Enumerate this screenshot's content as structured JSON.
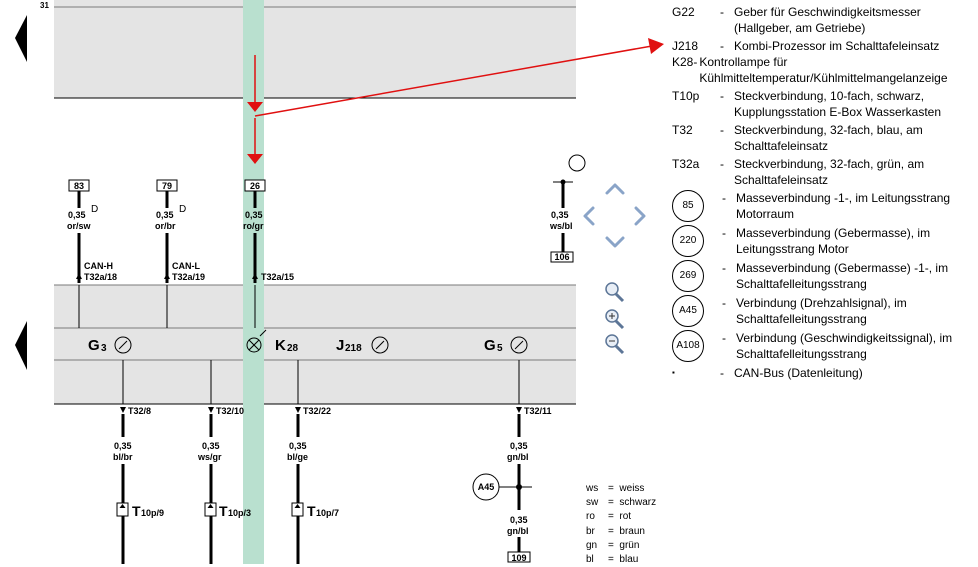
{
  "page_number": "31",
  "wires": [
    {
      "id": "83",
      "gauge": "0,35",
      "color": "or/sw",
      "pin": "T32a/18",
      "bus": "CAN-H",
      "suffix": "D"
    },
    {
      "id": "79",
      "gauge": "0,35",
      "color": "or/br",
      "pin": "T32a/19",
      "bus": "CAN-L",
      "suffix": "D"
    },
    {
      "id": "26",
      "gauge": "0,35",
      "color": "ro/gr",
      "pin": "T32a/15",
      "bus": "",
      "suffix": ""
    },
    {
      "id": "106",
      "gauge": "0,35",
      "color": "ws/bl",
      "pin": "",
      "bus": "",
      "suffix": ""
    }
  ],
  "components": [
    {
      "main": "G",
      "sub": "3"
    },
    {
      "main": "K",
      "sub": "28"
    },
    {
      "main": "J",
      "sub": "218"
    },
    {
      "main": "G",
      "sub": "5"
    }
  ],
  "lower_wires": [
    {
      "pin": "T32/8",
      "gauge": "0,35",
      "color": "bl/br",
      "conn_main": "T",
      "conn_sub": "10p/9"
    },
    {
      "pin": "T32/10",
      "gauge": "0,35",
      "color": "ws/gr",
      "conn_main": "T",
      "conn_sub": "10p/3"
    },
    {
      "pin": "T32/22",
      "gauge": "0,35",
      "color": "bl/ge",
      "conn_main": "T",
      "conn_sub": "10p/7"
    },
    {
      "pin": "T32/11",
      "gauge": "0,35",
      "color": "gn/bl",
      "conn_main": "",
      "conn_sub": ""
    }
  ],
  "a45_wire": {
    "ground": "A45",
    "gauge": "0,35",
    "color": "gn/bl",
    "id": "109"
  },
  "legend": [
    {
      "code": "G22",
      "dash": "-",
      "desc": "Geber für Geschwindigkeitsmesser\n(Hallgeber, am Getriebe)"
    },
    {
      "code": "J218",
      "dash": "-",
      "desc": "Kombi-Prozessor im Schalttafeleinsatz"
    },
    {
      "code": "K28-",
      "dash": "",
      "desc": "Kontrollampe für\nKühlmitteltemperatur/Kühlmittelmangelanzeige"
    },
    {
      "code": "T10p",
      "dash": "-",
      "desc": "Steckverbindung, 10-fach, schwarz,\nKupplungsstation E-Box Wasserkasten"
    },
    {
      "code": "T32",
      "dash": "-",
      "desc": "Steckverbindung, 32-fach, blau, am\nSchalttafeleinsatz"
    },
    {
      "code": "T32a",
      "dash": "-",
      "desc": "Steckverbindung, 32-fach, grün, am\nSchalttafeleinsatz"
    }
  ],
  "legend_circles": [
    {
      "code": "85",
      "dash": "-",
      "desc": "Masseverbindung -1-, im Leitungsstrang\nMotorraum"
    },
    {
      "code": "220",
      "dash": "-",
      "desc": "Masseverbindung (Gebermasse), im\nLeitungsstrang Motor"
    },
    {
      "code": "269",
      "dash": "-",
      "desc": "Masseverbindung (Gebermasse) -1-, im\nSchalttafelleitungsstrang"
    },
    {
      "code": "A45",
      "dash": "-",
      "desc": "Verbindung (Drehzahlsignal), im\nSchalttafelleitungsstrang"
    },
    {
      "code": "A108",
      "dash": "-",
      "desc": "Verbindung (Geschwindigkeitssignal), im\nSchalttafelleitungsstrang"
    }
  ],
  "legend_bus": {
    "code": "▪",
    "dash": "-",
    "desc": "CAN-Bus (Datenleitung)"
  },
  "color_codes": [
    {
      "abbr": "ws",
      "name": "weiss"
    },
    {
      "abbr": "sw",
      "name": "schwarz"
    },
    {
      "abbr": "ro",
      "name": "rot"
    },
    {
      "abbr": "br",
      "name": "braun"
    },
    {
      "abbr": "gn",
      "name": "grün"
    },
    {
      "abbr": "bl",
      "name": "blau"
    }
  ],
  "colors": {
    "highlight": "#b9e0cf",
    "band": "#e4e4e4",
    "arrow": "#e01010",
    "nav": "#8aa4c8"
  }
}
